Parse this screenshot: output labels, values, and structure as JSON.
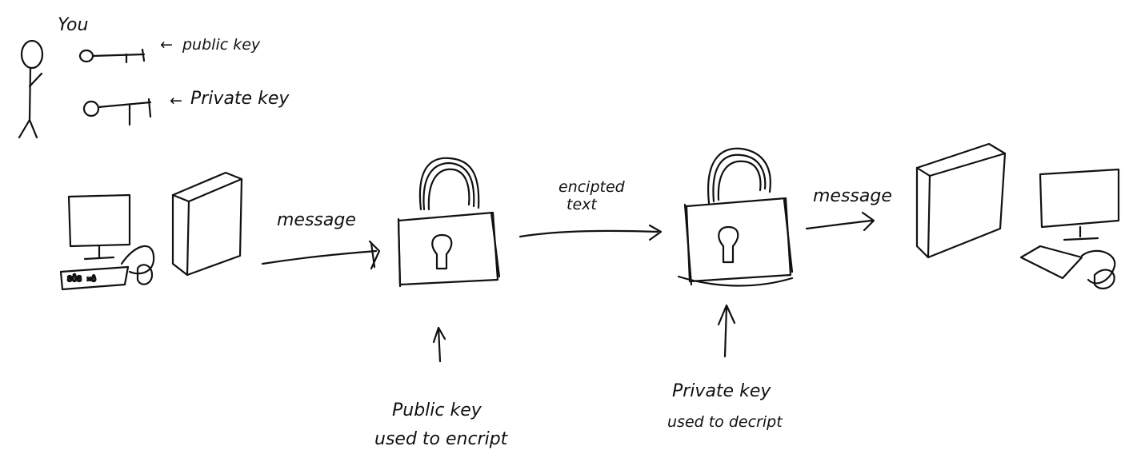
{
  "legend": {
    "you_label": "You",
    "public_key_label": "public key",
    "private_key_label": "Private key",
    "arrow_glyph": "←"
  },
  "flow": {
    "message_in_label": "message",
    "encrypted_label_line1": "encipted",
    "encrypted_label_line2": "text",
    "message_out_label": "message"
  },
  "captions": {
    "public_key_line1": "Public key",
    "public_key_line2": "used to encript",
    "private_key_line1": "Private key",
    "private_key_line2": "used to decript"
  },
  "icons": {
    "sender_computer": "desktop-computer-icon",
    "encrypt_lock": "padlock-icon",
    "decrypt_lock": "padlock-icon",
    "receiver_computer": "desktop-computer-icon",
    "person": "stick-figure-icon",
    "key": "key-icon"
  },
  "colors": {
    "ink": "#111111",
    "paper": "#ffffff"
  }
}
